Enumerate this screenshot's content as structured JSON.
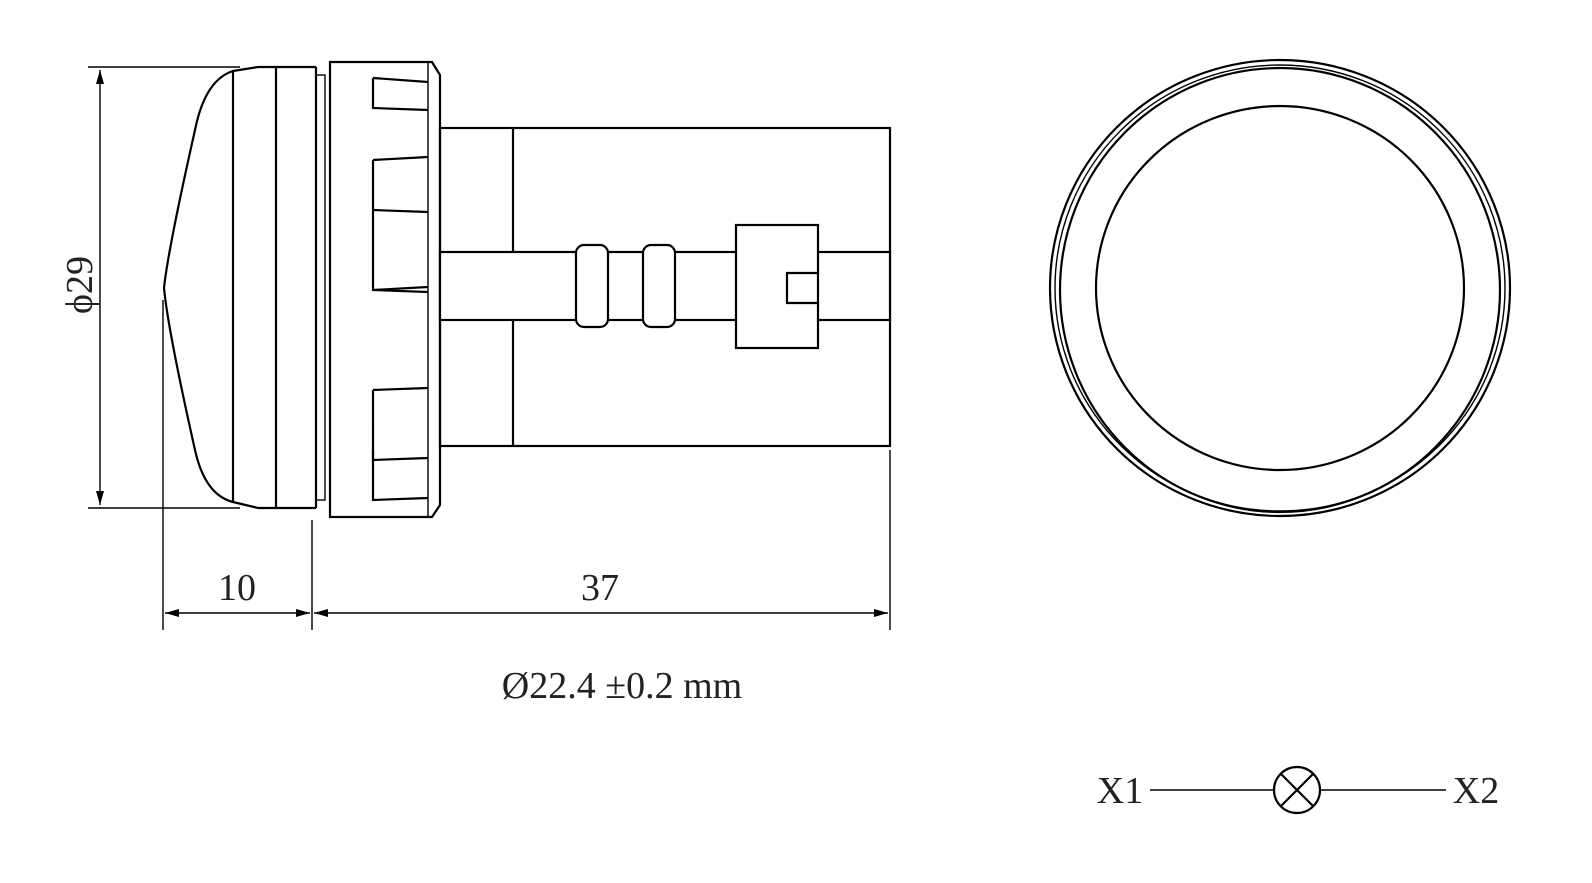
{
  "drawing": {
    "diameter_label": "ϕ29",
    "dim_front_length": "10",
    "dim_body_length": "37",
    "mounting_hole_note": "Ø22.4 ±0.2 mm",
    "terminal_1": "X1",
    "terminal_2": "X2",
    "line_color": "#000000"
  }
}
